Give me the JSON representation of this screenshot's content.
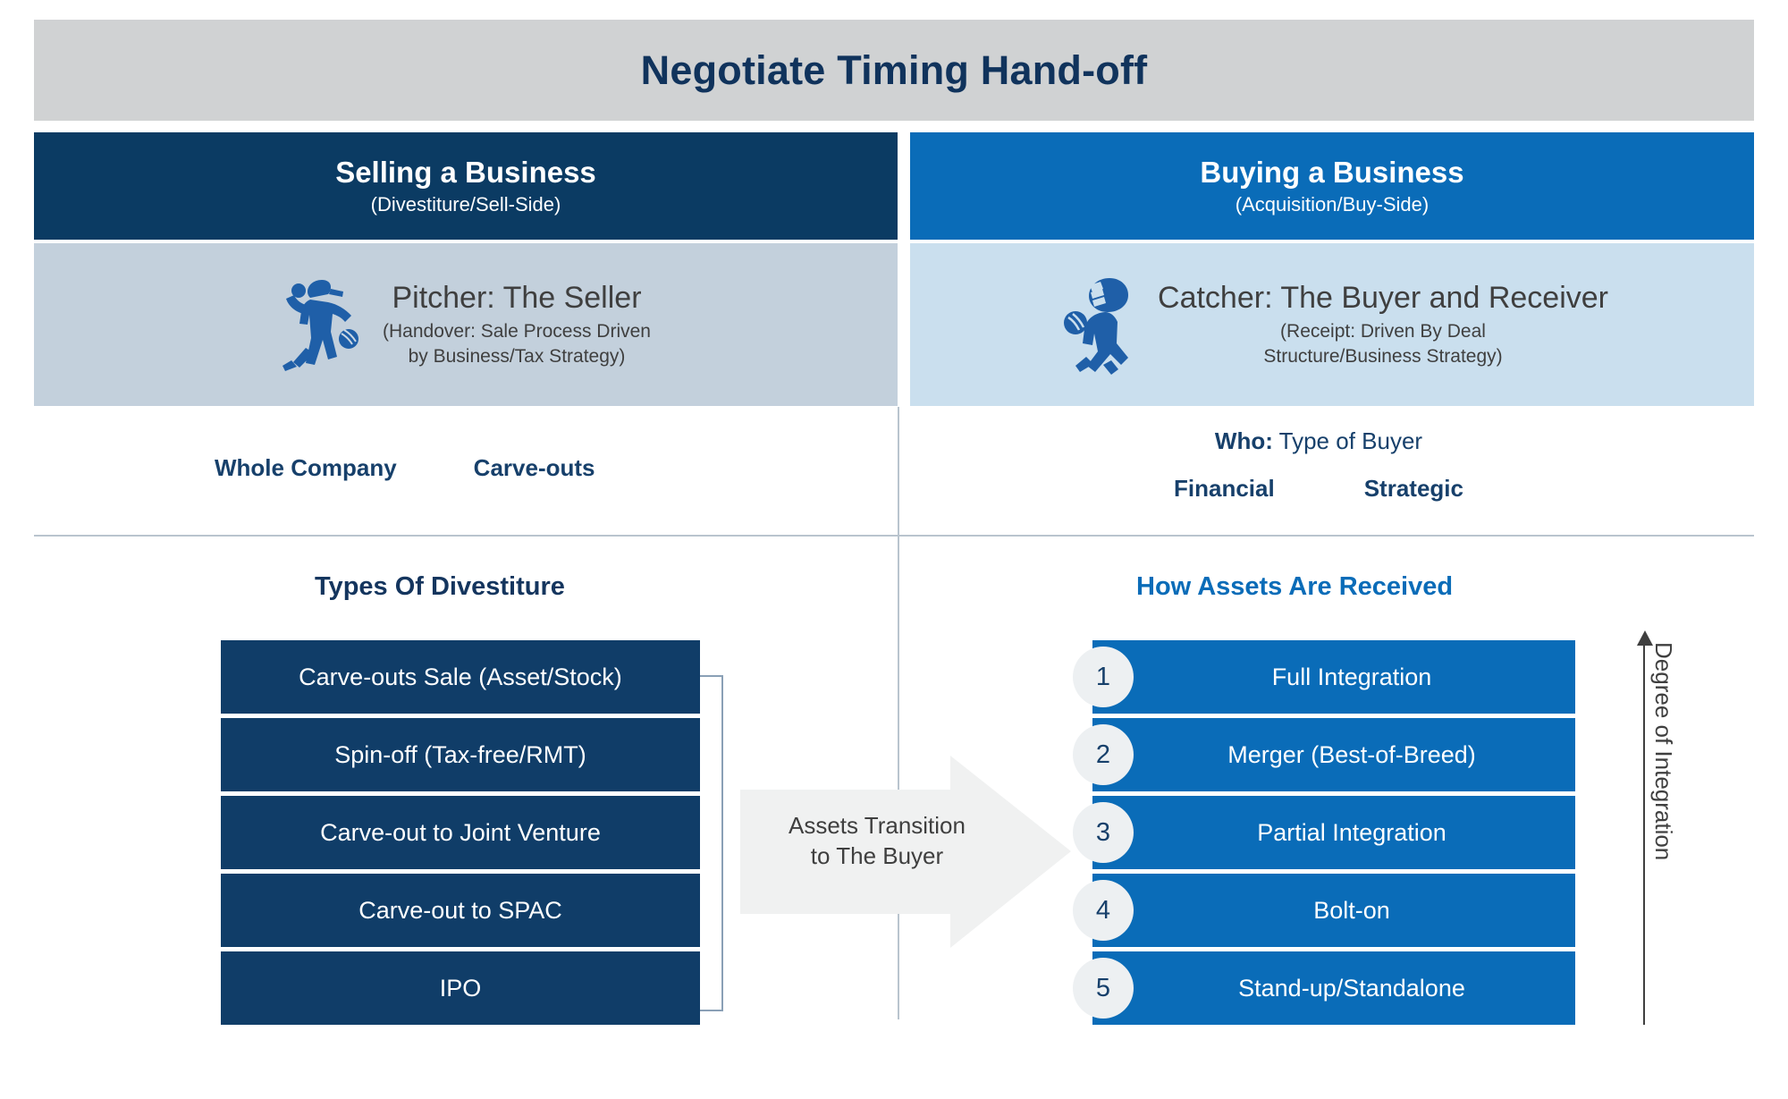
{
  "title": {
    "text": "Negotiate Timing Hand-off"
  },
  "columns": {
    "left": {
      "header_title": "Selling a Business",
      "header_sub": "(Divestiture/Sell-Side)",
      "role_icon": "baseball-pitcher-icon",
      "role_title": "Pitcher: The Seller",
      "role_sub_line1": "(Handover: Sale Process Driven",
      "role_sub_line2": "by Business/Tax Strategy)",
      "mid_labels": [
        "Whole Company",
        "Carve-outs"
      ],
      "section_title": "Types Of Divestiture",
      "items": [
        "Carve-outs Sale (Asset/Stock)",
        "Spin-off (Tax-free/RMT)",
        "Carve-out to Joint Venture",
        "Carve-out to SPAC",
        "IPO"
      ]
    },
    "right": {
      "header_title": "Buying a Business",
      "header_sub": "(Acquisition/Buy-Side)",
      "role_icon": "baseball-catcher-icon",
      "role_title": "Catcher: The Buyer and Receiver",
      "role_sub_line1": "(Receipt: Driven By Deal",
      "role_sub_line2": "Structure/Business Strategy)",
      "who_label": "Who:",
      "who_value": " Type of Buyer",
      "buyer_types": [
        "Financial",
        "Strategic"
      ],
      "section_title": "How Assets Are Received",
      "items": [
        {
          "number": "1",
          "label": "Full Integration"
        },
        {
          "number": "2",
          "label": "Merger (Best-of-Breed)"
        },
        {
          "number": "3",
          "label": "Partial Integration"
        },
        {
          "number": "4",
          "label": "Bolt-on"
        },
        {
          "number": "5",
          "label": "Stand-up/Standalone"
        }
      ]
    }
  },
  "center_arrow": {
    "icon": "right-arrow-icon",
    "line1": "Assets Transition",
    "line2": "to The Buyer"
  },
  "axis": {
    "icon": "up-arrow-icon",
    "label": "Degree of Integration"
  },
  "colors": {
    "title_band": "#d0d2d3",
    "title_text": "#10335c",
    "left_header": "#0b3b63",
    "right_header": "#0a6cb8",
    "left_role_bg": "#c3d0dc",
    "right_role_bg": "#cadfee",
    "left_bar": "#103d68",
    "right_bar": "#0a6cb8",
    "badge_bg": "#edf0f2",
    "arrow_fill": "#f0f1f1",
    "accent_navy": "#17406b"
  }
}
